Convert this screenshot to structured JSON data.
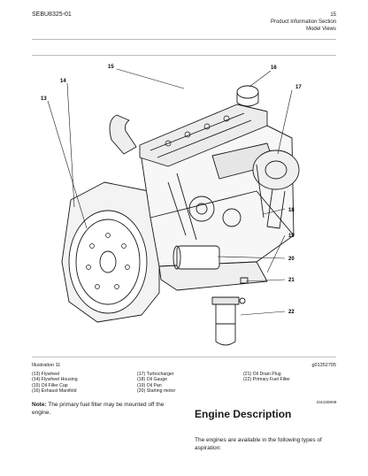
{
  "header": {
    "doc_id": "SEBU8325-01",
    "page_number": "15",
    "section": "Product Information Section",
    "subsection": "Model Views"
  },
  "figure": {
    "callouts": [
      "15",
      "16",
      "17",
      "14",
      "13",
      "18",
      "19",
      "20",
      "21",
      "22"
    ]
  },
  "illustration": {
    "title": "Illustration 11",
    "id": "g01352705",
    "legend": [
      [
        "(13) Flywheel",
        "(14) Flywheel Housing",
        "(15) Oil Filler Cap",
        "(16) Exhaust Manifold"
      ],
      [
        "(17) Turbocharger",
        "(18) Oil Gauge",
        "(19) Oil Pan",
        "(20) Starting motor"
      ],
      [
        "(21) Oil Drain Plug",
        "(22) Primary Fuel Filter"
      ]
    ]
  },
  "note": {
    "label": "Note:",
    "text": " The primary fuel filter may be mounted off the engine."
  },
  "section": {
    "id": "i04430909",
    "title": "Engine Description",
    "body": "The engines are available in the following types of aspiration:"
  }
}
